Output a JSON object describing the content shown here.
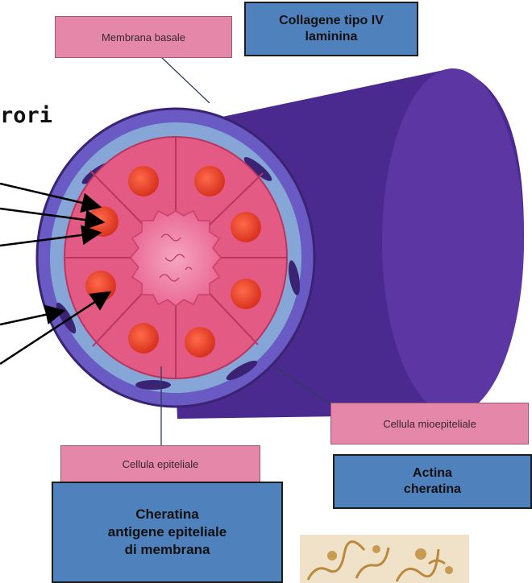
{
  "diagram": {
    "side_text": "rori",
    "labels": {
      "membrana_basale": "Membrana basale",
      "cellula_mioepiteliale": "Cellula mioepiteliale",
      "cellula_epiteliale": "Cellula epiteliale"
    },
    "markers": {
      "collagene_line1": "Collagene tipo IV",
      "collagene_line2": "laminina",
      "actina_line1": "Actina",
      "actina_line2": "cheratina",
      "cheratina_line1": "Cheratina",
      "cheratina_line2": "antigene epiteliale",
      "cheratina_line3": "di membrana"
    },
    "colors": {
      "tube_outer": "#4a2a8e",
      "basement_membrane": "#6a5bc4",
      "myoepithelial_layer": "#86a6d8",
      "epithelial_cells": "#e35b84",
      "nuclei": "#e8402b",
      "lumen": "#f07aa3",
      "pink_label": "#e487a9",
      "blue_label": "#4f81bd"
    }
  }
}
